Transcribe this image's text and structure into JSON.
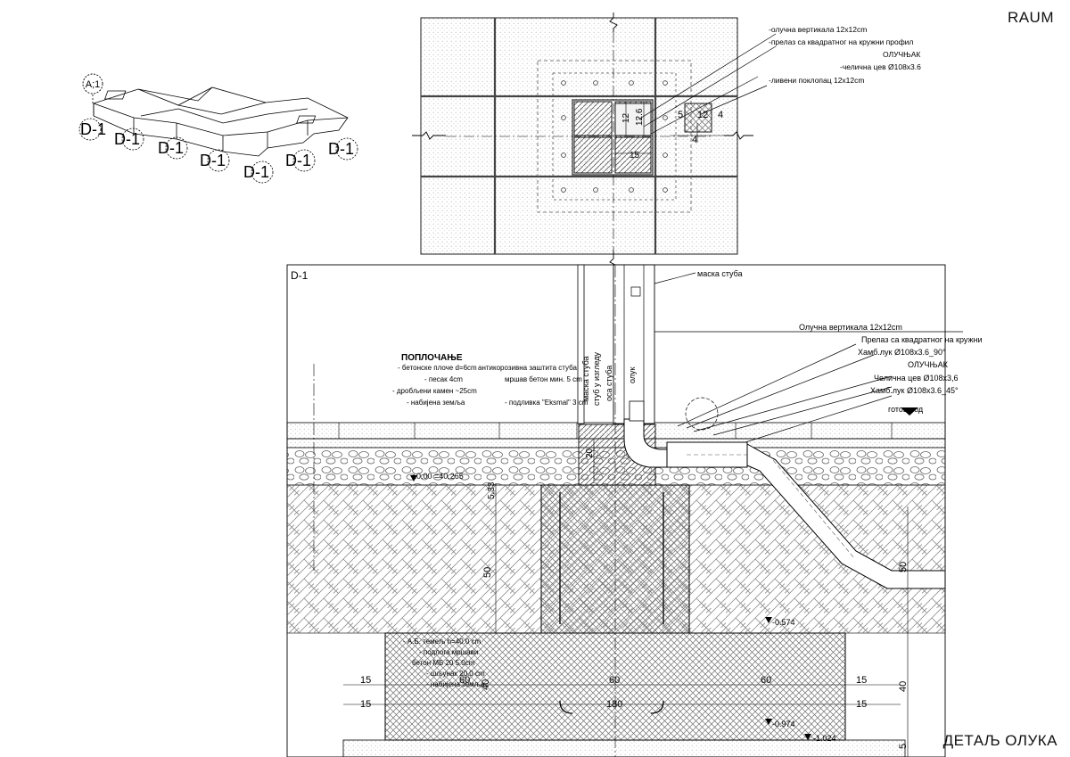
{
  "sheet": {
    "brand": "RAUM",
    "detail_title": "ДЕТАЉ ОЛУКА"
  },
  "isometric_key": {
    "reference_tag": "A;1",
    "marker_label": "D-1"
  },
  "plan_view": {
    "callouts": [
      "-олучна вертикала 12x12cm",
      "-прелаз са квадратног на кружни профил",
      "ОЛУЧЊАК",
      "-челична цев Ø108x3.6",
      "-ливени поклопац 12x12cm"
    ],
    "dims": {
      "d12": "12",
      "d12_6": "12.6",
      "d15": "15",
      "d5": "5",
      "d12b": "12",
      "d4a": "4",
      "d4b": "4"
    }
  },
  "section": {
    "label": "D-1",
    "paving": {
      "heading": "ПОПЛОЧАЊЕ",
      "layers": [
        "- бетонске плоче d=6cm",
        "- песак   4cm",
        "- дробљени камен ~25cm",
        "- набијена земља"
      ]
    },
    "notes": [
      "антикорозивна заштита стуба",
      "мршав бетон мин. 5 cm",
      "- подливка \"Eksmal\" 3 cm"
    ],
    "vertical_labels": [
      "маска стуба",
      "стуб у изгледу",
      "оса стуба",
      "олук"
    ],
    "right_callouts": [
      "маска стуба",
      "Олучна вертикала 12x12cm",
      "Прелаз са квадратног на кружни",
      "Хамб.лук Ø108x3.6_90°",
      "ОЛУЧЊАК",
      "Челична цев Ø108x3,6",
      "Хамб.лук Ø108x3.6_45°"
    ],
    "floor_label": "готов под",
    "footing_spec": [
      "- А.Б. темељ h=40.0 cm",
      "- подлога мршави",
      "бетон   МБ 20  5.0cm",
      "- шљунак 20.0 cm",
      "- набијена земља"
    ],
    "levels": {
      "zero": "±0.00 =40.265",
      "l1": "-0.574",
      "l2": "-0.974",
      "l3": "-1.024"
    },
    "dims": {
      "d20": "20",
      "d533": "5,33",
      "d50_left": "50",
      "d50_right": "50",
      "d60_left": "60",
      "d60_mid": "60",
      "d60_right": "60",
      "d15_a": "15",
      "d15_b": "15",
      "d15_c": "15",
      "d15_d": "15",
      "d180": "180",
      "d40_left": "40",
      "d40_right": "40",
      "d5": "5"
    }
  }
}
